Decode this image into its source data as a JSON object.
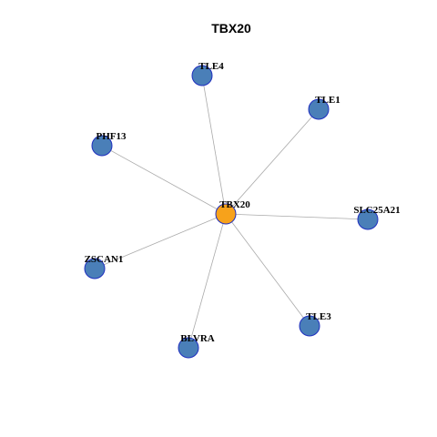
{
  "graph": {
    "title": "TBX20",
    "colors": {
      "center_fill": "#f7a21b",
      "leaf_fill": "#4a7fb8",
      "node_stroke": "#1f2fbf",
      "edge": "#aaaaaa"
    },
    "center": {
      "id": "TBX20",
      "label": "TBX20"
    },
    "leaves": [
      {
        "id": "TLE4",
        "label": "TLE4"
      },
      {
        "id": "TLE1",
        "label": "TLE1"
      },
      {
        "id": "PHF13",
        "label": "PHF13"
      },
      {
        "id": "SLC25A21",
        "label": "SLC25A21"
      },
      {
        "id": "ZSCAN1",
        "label": "ZSCAN1"
      },
      {
        "id": "TLE3",
        "label": "TLE3"
      },
      {
        "id": "BLVRA",
        "label": "BLVRA"
      }
    ],
    "edges": [
      [
        "TBX20",
        "TLE4"
      ],
      [
        "TBX20",
        "TLE1"
      ],
      [
        "TBX20",
        "PHF13"
      ],
      [
        "TBX20",
        "SLC25A21"
      ],
      [
        "TBX20",
        "ZSCAN1"
      ],
      [
        "TBX20",
        "TLE3"
      ],
      [
        "TBX20",
        "BLVRA"
      ]
    ]
  }
}
